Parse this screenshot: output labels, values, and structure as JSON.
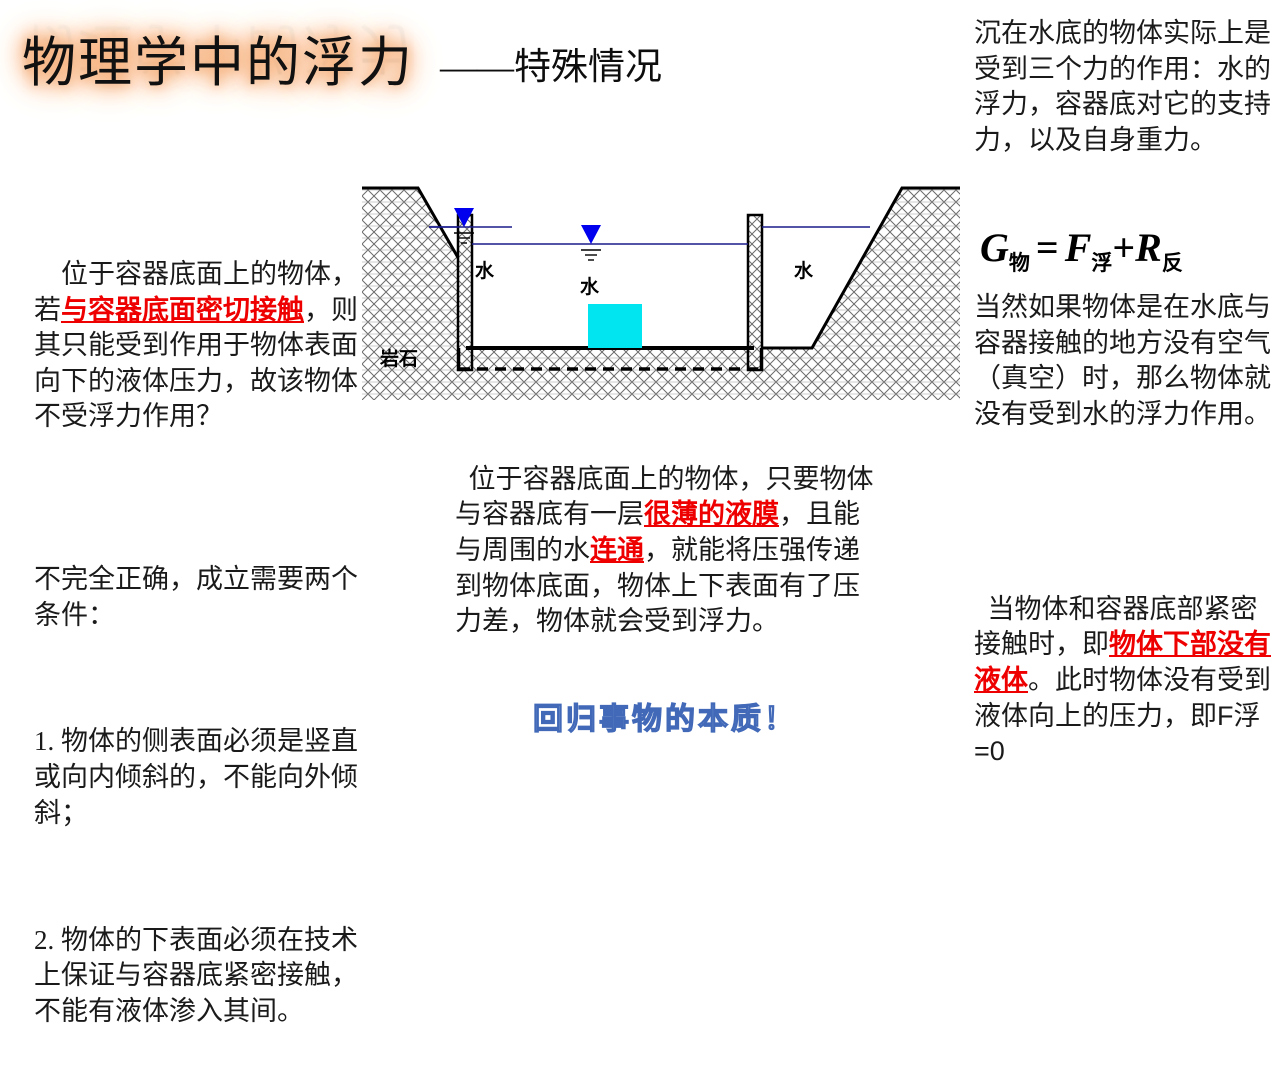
{
  "title": {
    "main": "物理学中的浮力",
    "subtitle": "——特殊情况"
  },
  "left_column": {
    "paragraphs": [
      {
        "segments": [
          {
            "text": "位于容器底面上的物体，若",
            "style": "normal"
          },
          {
            "text": "与容器底面密切接触",
            "style": "red-underline"
          },
          {
            "text": "，则其只能受到作用于物体表面向下的液体压力，故该物体不受浮力作用？",
            "style": "normal"
          }
        ]
      },
      {
        "segments": [
          {
            "text": "不完全正确，成立需要两个条件：",
            "style": "normal"
          }
        ]
      },
      {
        "segments": [
          {
            "text": "1. 物体的侧表面必须是竖直或向内倾斜的，不能向外倾斜；",
            "style": "normal"
          }
        ]
      },
      {
        "segments": [
          {
            "text": "2. 物体的下表面必须在技术上保证与容器底紧密接触，不能有液体渗入其间。",
            "style": "normal"
          }
        ]
      }
    ]
  },
  "middle_column": {
    "paragraph_segments": [
      {
        "text": "位于容器底面上的物体，只要物体与容器底有一层",
        "style": "normal"
      },
      {
        "text": "很薄的液膜",
        "style": "red-underline"
      },
      {
        "text": "，且能与周围的水",
        "style": "normal"
      },
      {
        "text": "连通",
        "style": "red-underline"
      },
      {
        "text": "，就能将压强传递到物体底面，物体上下表面有了压力差，物体就会受到浮力。",
        "style": "normal"
      }
    ],
    "slogan": "回归事物的本质！"
  },
  "right_column": {
    "paragraph_1": "沉在水底的物体实际上是受到三个力的作用：水的浮力，容器底对它的支持力，以及自身重力。",
    "formula": {
      "g_symbol": "G",
      "g_sub": "物",
      "equals": "=",
      "f_symbol": "F",
      "f_sub": "浮",
      "plus": "+",
      "r_symbol": "R",
      "r_sub": "反",
      "plain": "G物 = F浮 + R反"
    },
    "paragraph_2": "当然如果物体是在水底与容器接触的地方没有空气（真空）时，那么物体就没有受到水的浮力作用。",
    "paragraph_3_segments": [
      {
        "text": "当物体和容器底部紧密接触时，即",
        "style": "normal"
      },
      {
        "text": "物体下部没有液体",
        "style": "red-underline"
      },
      {
        "text": "。此时物体没有受到液体向上的压力，即",
        "style": "normal"
      },
      {
        "text": "F浮=0",
        "style": "sans"
      }
    ]
  },
  "diagram": {
    "labels": {
      "rock": "岩石",
      "water_left": "水",
      "water_middle": "水",
      "water_right": "水"
    },
    "colors": {
      "block": "#00e5f0",
      "water_line": "#1a1a8c",
      "marker": "#0000ee",
      "outline": "#000000",
      "hatch": "#5a5a5a"
    }
  },
  "colors": {
    "accent_red": "#ee0000",
    "title_glow": "#f6a96f",
    "slogan_blue": "#4169b8",
    "block_cyan": "#00e5f0"
  }
}
